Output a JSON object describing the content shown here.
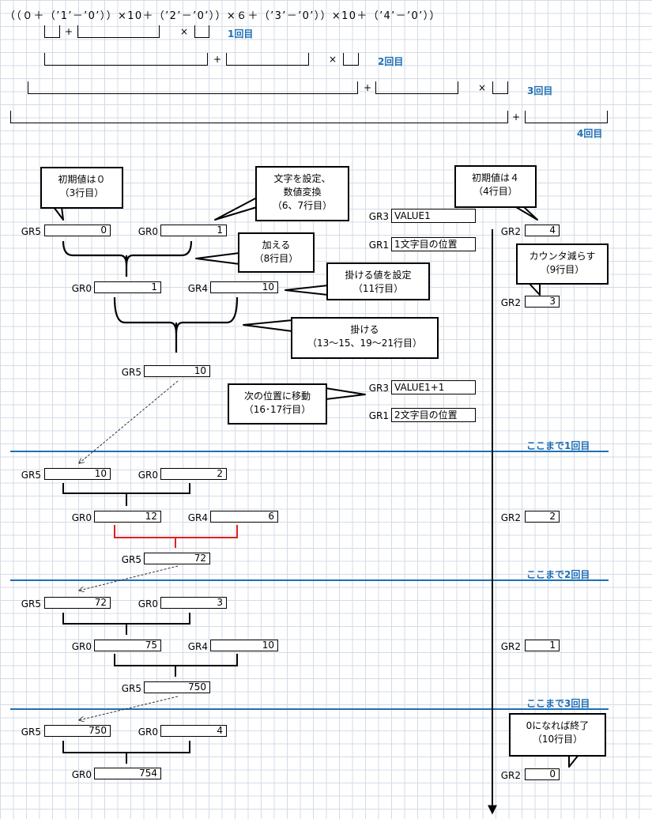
{
  "formula": "（（０＋（’1’－’0’））×10＋（’2’－’0’））×６＋（’3’－’0’））×10＋（’4’－’0’））",
  "formula_ops": {
    "plus": "+",
    "times": "×"
  },
  "rounds": [
    "1回目",
    "2回目",
    "3回目",
    "4回目"
  ],
  "sections": [
    "ここまで1回目",
    "ここまで2回目",
    "ここまで3回目"
  ],
  "callouts": {
    "init_gr5": [
      "初期値は０",
      "（3行目）"
    ],
    "set_char": [
      "文字を設定、",
      "数値変換",
      "（6、7行目）"
    ],
    "init_gr2": [
      "初期値は４",
      "（4行目）"
    ],
    "add": [
      "加える",
      "（8行目）"
    ],
    "decrement": [
      "カウンタ減らす",
      "（9行目）"
    ],
    "set_mult": [
      "掛ける値を設定",
      "（11行目）"
    ],
    "multiply": [
      "掛ける",
      "（13～15、19～21行目）"
    ],
    "move_next": [
      "次の位置に移動",
      "（16･17行目）"
    ],
    "end": [
      "0になれば終了",
      "（10行目）"
    ]
  },
  "regs": {
    "r1": {
      "gr5": "0",
      "gr0": "1",
      "sum_gr0": "1",
      "gr4": "10",
      "res_gr5": "10"
    },
    "r2": {
      "gr5": "10",
      "gr0": "2",
      "sum_gr0": "12",
      "gr4": "6",
      "res_gr5": "72"
    },
    "r3": {
      "gr5": "72",
      "gr0": "3",
      "sum_gr0": "75",
      "gr4": "10",
      "res_gr5": "750"
    },
    "r4": {
      "gr5": "750",
      "gr0": "4",
      "sum_gr0": "754"
    }
  },
  "pointers": {
    "gr3_a": "VALUE1",
    "gr1_a": "1文字目の位置",
    "gr3_b": "VALUE1+1",
    "gr1_b": "2文字目の位置"
  },
  "counter": [
    "4",
    "3",
    "2",
    "1",
    "0"
  ],
  "labels": {
    "gr0": "GR0",
    "gr1": "GR1",
    "gr2": "GR2",
    "gr3": "GR3",
    "gr4": "GR4",
    "gr5": "GR5"
  },
  "colors": {
    "accent": "#1f6fb5",
    "highlight": "#e02020",
    "grid": "#d4dbe6"
  }
}
